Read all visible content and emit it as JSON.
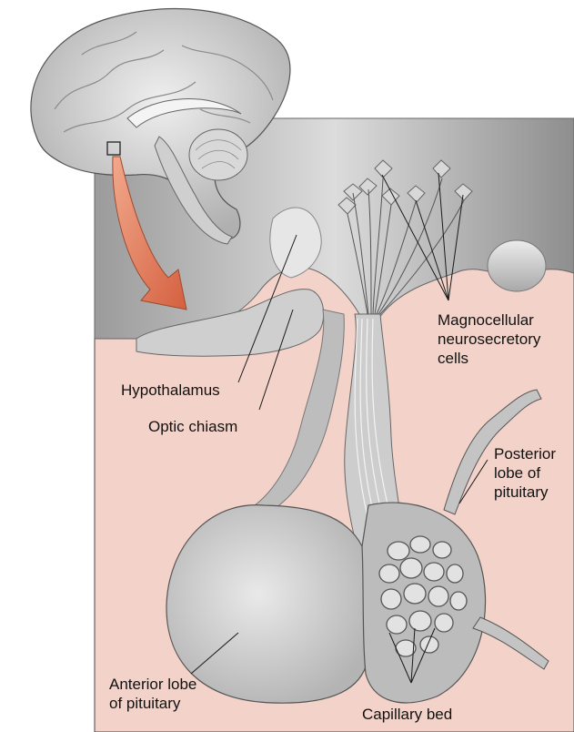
{
  "colors": {
    "panel": "#f3d3c9",
    "arrow": "#e07c5c",
    "tissue": "#c9c9c9",
    "tissue_dark": "#8a8a8a",
    "leader": "#1a1a1a",
    "text": "#111111"
  },
  "labels": {
    "magnocellular": "Magnocellular\nneurosecretory\ncells",
    "hypothalamus": "Hypothalamus",
    "optic_chiasm": "Optic chiasm",
    "posterior_lobe": "Posterior\nlobe of\npituitary",
    "anterior_lobe": "Anterior lobe\nof pituitary",
    "capillary_bed": "Capillary bed"
  }
}
